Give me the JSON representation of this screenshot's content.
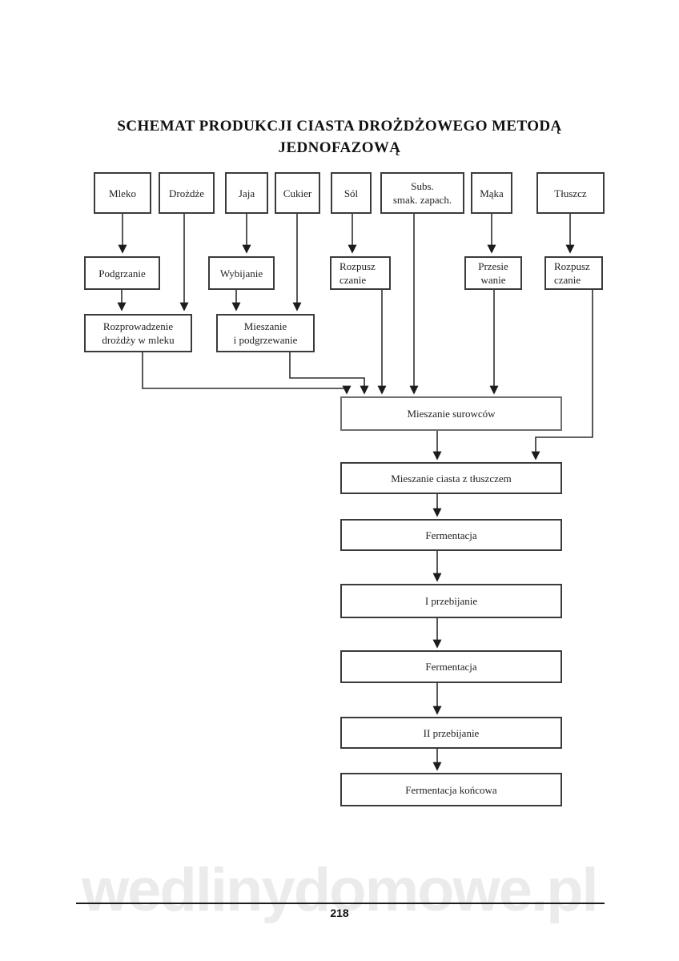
{
  "page": {
    "title_line1": "SCHEMAT PRODUKCJI CIASTA DROŻDŻOWEGO METODĄ",
    "title_line2": "JEDNOFAZOWĄ",
    "page_number": "218",
    "watermark": "wedlinydomowe.pl",
    "colors": {
      "ink": "#1f1f1f",
      "box_border": "#3b3b3b",
      "watermark": "#ebebeb"
    }
  },
  "nodes": {
    "mleko": {
      "label": "Mleko"
    },
    "drozdze": {
      "label": "Drożdże"
    },
    "jaja": {
      "label": "Jaja"
    },
    "cukier": {
      "label": "Cukier"
    },
    "sol": {
      "label": "Sól"
    },
    "subs": {
      "label": "Subs.\nsmak. zapach."
    },
    "maka": {
      "label": "Mąka"
    },
    "tluszcz": {
      "label": "Tłuszcz"
    },
    "podgrzanie": {
      "label": "Podgrzanie"
    },
    "wybijanie": {
      "label": "Wybijanie"
    },
    "rozpuszczanie_sol": {
      "label": "Rozpusz\nczanie"
    },
    "przesiewanie": {
      "label": "Przesie\nwanie"
    },
    "rozpuszczanie_tluszcz": {
      "label": "Rozpusz\nczanie"
    },
    "rozprowadzenie": {
      "label": "Rozprowadzenie\ndrożdży w mleku"
    },
    "mieszanie_podgrzewanie": {
      "label": "Mieszanie\ni podgrzewanie"
    },
    "mieszanie_surowcow": {
      "label": "Mieszanie surowców"
    },
    "mieszanie_ciasta": {
      "label": "Mieszanie ciasta z tłuszczem"
    },
    "fermentacja1": {
      "label": "Fermentacja"
    },
    "przebijanie1": {
      "label": "I przebijanie"
    },
    "fermentacja2": {
      "label": "Fermentacja"
    },
    "przebijanie2": {
      "label": "II przebijanie"
    },
    "fermentacja_koncowa": {
      "label": "Fermentacja końcowa"
    }
  }
}
